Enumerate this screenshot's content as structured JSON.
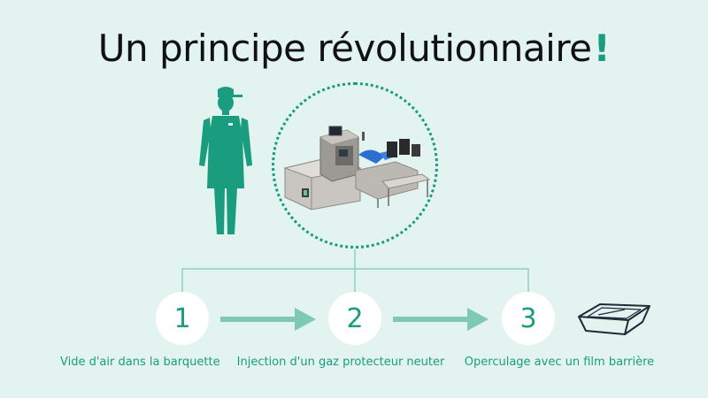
{
  "title": {
    "text": "Un principe révolutionnaire",
    "accent": "!"
  },
  "colors": {
    "background": "#e3f4f0",
    "accent": "#1a9d7e",
    "connector": "#8fd0c0",
    "arrow": "#7dc9b4",
    "circle_fill": "#ffffff",
    "title": "#111111"
  },
  "illustrations": {
    "worker": "worker-silhouette-icon",
    "machine": "packaging-machine-illustration",
    "tray": "sealed-tray-icon"
  },
  "steps": [
    {
      "number": "1",
      "label": "Vide d'air dans la barquette"
    },
    {
      "number": "2",
      "label": "Injection d'un gaz protecteur neuter"
    },
    {
      "number": "3",
      "label": "Operculage avec un film barrière"
    }
  ]
}
